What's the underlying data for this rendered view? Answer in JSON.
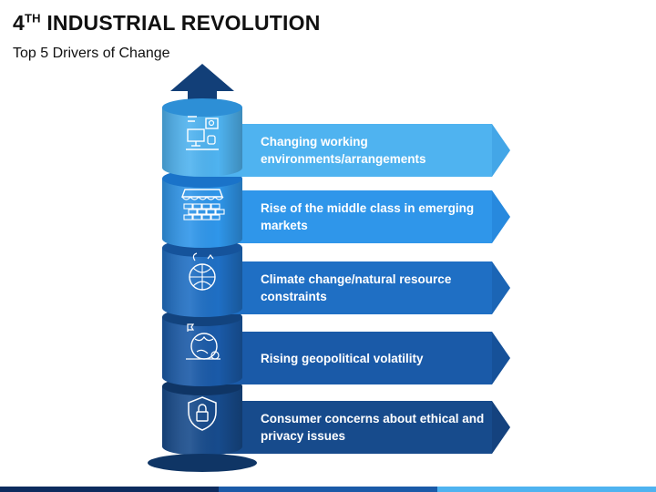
{
  "header": {
    "title_main": "4",
    "title_sup": "TH",
    "title_rest": " INDUSTRIAL REVOLUTION",
    "subtitle": "Top 5 Drivers of Change"
  },
  "drivers": [
    {
      "label": "Changing working environments/arrangements",
      "icon": "workspace-icon",
      "color": "#4fb3f0",
      "dark": "#2d8fd6"
    },
    {
      "label": "Rise of the middle class in emerging markets",
      "icon": "storefront-icon",
      "color": "#2f96ea",
      "dark": "#1a73c9"
    },
    {
      "label": "Climate change/natural resource constraints",
      "icon": "climate-globe-icon",
      "color": "#1f6fc4",
      "dark": "#15539b"
    },
    {
      "label": "Rising geopolitical volatility",
      "icon": "geopolitics-globe-icon",
      "color": "#1a5aa8",
      "dark": "#12437e"
    },
    {
      "label": "Consumer concerns  about ethical and  privacy issues",
      "icon": "shield-lock-icon",
      "color": "#174b8c",
      "dark": "#0f3565"
    }
  ],
  "colors": {
    "arrow_head": "#123f78",
    "bottom_bar": [
      "#0d2b5e",
      "#1a5aa8",
      "#4fb3f0"
    ]
  }
}
